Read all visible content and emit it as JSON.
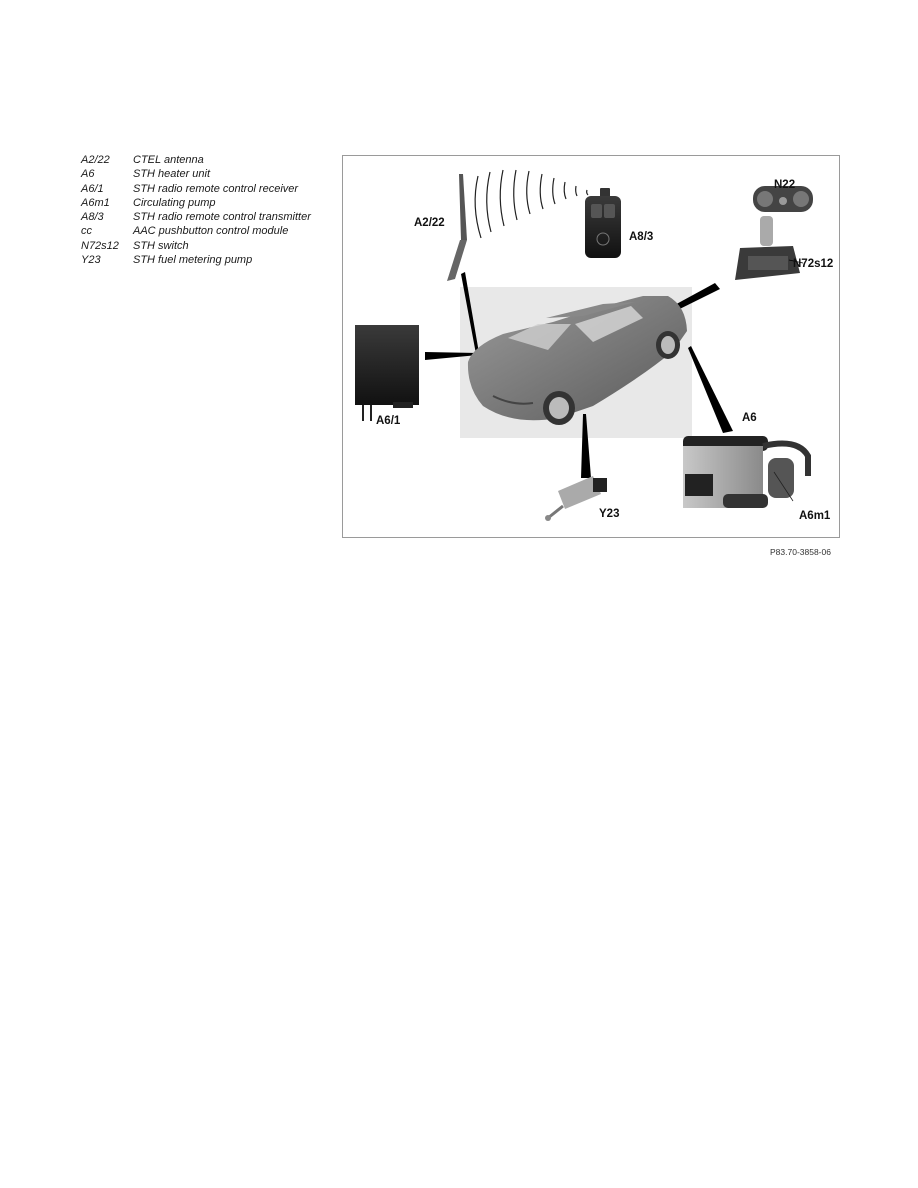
{
  "legend": {
    "items": [
      {
        "code": "A2/22",
        "description": "CTEL antenna"
      },
      {
        "code": "A6",
        "description": "STH heater unit"
      },
      {
        "code": "A6/1",
        "description": "STH radio remote control receiver"
      },
      {
        "code": "A6m1",
        "description": "Circulating pump"
      },
      {
        "code": "A8/3",
        "description": "STH radio remote control transmitter"
      },
      {
        "code": "cc",
        "description": "AAC pushbutton control module"
      },
      {
        "code": "N72s12",
        "description": "STH switch"
      },
      {
        "code": "Y23",
        "description": "STH fuel metering pump"
      }
    ]
  },
  "figure": {
    "labels": {
      "a2_22": "A2/22",
      "a8_3": "A8/3",
      "n22": "N22",
      "n72s12": "N72s12",
      "a6_1": "A6/1",
      "a6": "A6",
      "a6m1": "A6m1",
      "y23": "Y23"
    },
    "caption": "P83.70-3858-06"
  }
}
